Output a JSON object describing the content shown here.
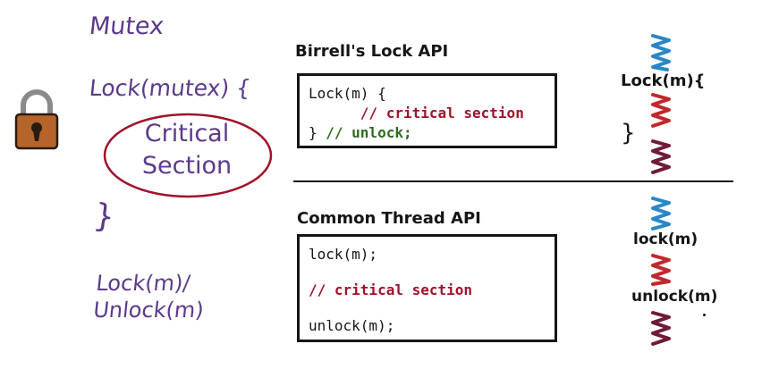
{
  "left": {
    "title": "Mutex",
    "lock_mutex": "Lock(mutex) {",
    "critical_line1": "Critical",
    "critical_line2": "Section",
    "close_brace": "}",
    "lock_m": "Lock(m)/",
    "unlock_m": "Unlock(m)"
  },
  "birrell": {
    "title": "Birrell's Lock API",
    "line1": "Lock(m) {",
    "line2_comment": "// critical section",
    "line3_brace": "} ",
    "line3_comment": "// unlock;"
  },
  "common": {
    "title": "Common Thread API",
    "line1": "lock(m);",
    "line2_comment": "// critical section",
    "line3": "unlock(m);"
  },
  "right": {
    "lock_brace": "Lock(m){",
    "close_brace": "}",
    "lock_m": "lock(m)",
    "unlock_m": "unlock(m)"
  },
  "colors": {
    "ink_purple": "#5b3a8c",
    "ellipse_red": "#a0122a",
    "thread_blue": "#2a86c8",
    "thread_red": "#c0282b",
    "thread_maroon": "#6e1b3a",
    "padlock_body": "#b5652a",
    "padlock_shackle": "#8a8a8a"
  },
  "icons": [
    "padlock-icon",
    "thread-squiggle-icon"
  ]
}
